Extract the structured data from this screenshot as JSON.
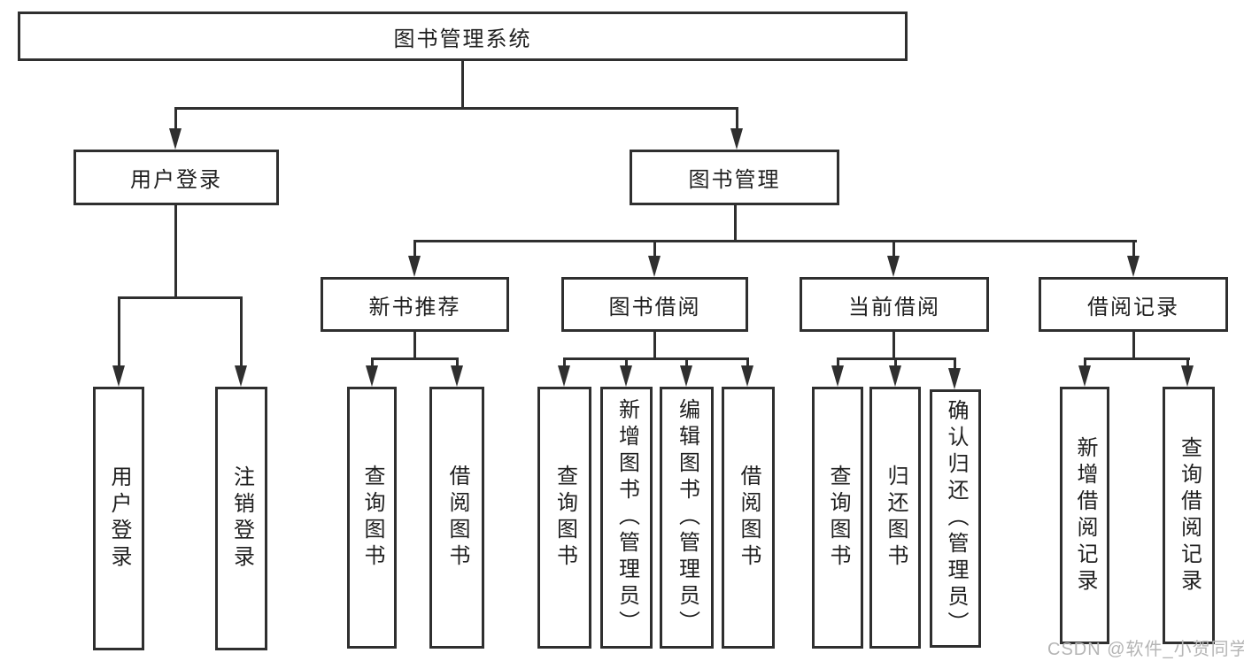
{
  "diagram": {
    "root_label": "图书管理系统",
    "login_branch": {
      "label": "用户登录",
      "children": [
        "用户登录",
        "注销登录"
      ]
    },
    "mgmt_branch": {
      "label": "图书管理",
      "groups": [
        {
          "label": "新书推荐",
          "children": [
            "查询图书",
            "借阅图书"
          ]
        },
        {
          "label": "图书借阅",
          "children": [
            "查询图书",
            "新增图书（管理员）",
            "编辑图书（管理员）",
            "借阅图书"
          ]
        },
        {
          "label": "当前借阅",
          "children": [
            "查询图书",
            "归还图书",
            "确认归还（管理员）"
          ]
        },
        {
          "label": "借阅记录",
          "children": [
            "新增借阅记录",
            "查询借阅记录"
          ]
        }
      ]
    },
    "watermark": "CSDN @软件_小贺同学"
  },
  "colors": {
    "line": "#2f2f2f",
    "box_border": "#2f2f2f",
    "text": "#1f1f1f",
    "watermark": "#b5b5b5",
    "background": "#ffffff"
  }
}
